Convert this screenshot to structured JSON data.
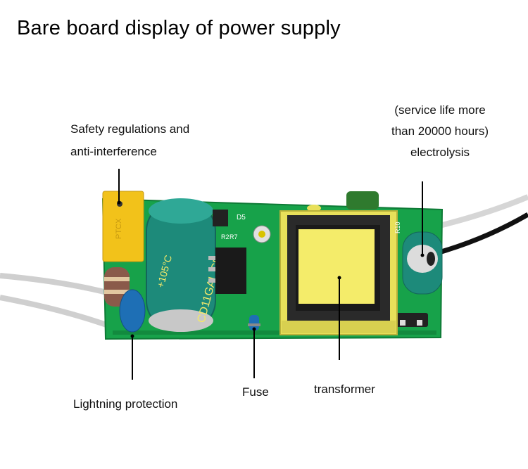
{
  "title": "Bare board display of power supply",
  "labels": {
    "safety_line1": "Safety regulations and",
    "safety_line2": "anti-interference",
    "electrolysis_line1": "(service life more",
    "electrolysis_line2": "than 20000 hours)",
    "electrolysis_line3": "electrolysis",
    "lightning": "Lightning protection",
    "fuse": "Fuse",
    "transformer": "transformer"
  },
  "photo_markings": {
    "capacitor_text": "CD11GAL",
    "capacitor_temp": "+105°C",
    "ref_r10": "R10",
    "ref_d5": "D5",
    "ref_r2": "R2",
    "ref_r7": "R7"
  },
  "colors": {
    "pcb": "#17a24a",
    "capacitor_body": "#1d8a7a",
    "transformer_core": "#2a2a2a",
    "bobbin": "#e8e05a",
    "safety_cap": "#f2c21a",
    "varistor": "#1e6fb5",
    "line": "#000000"
  }
}
